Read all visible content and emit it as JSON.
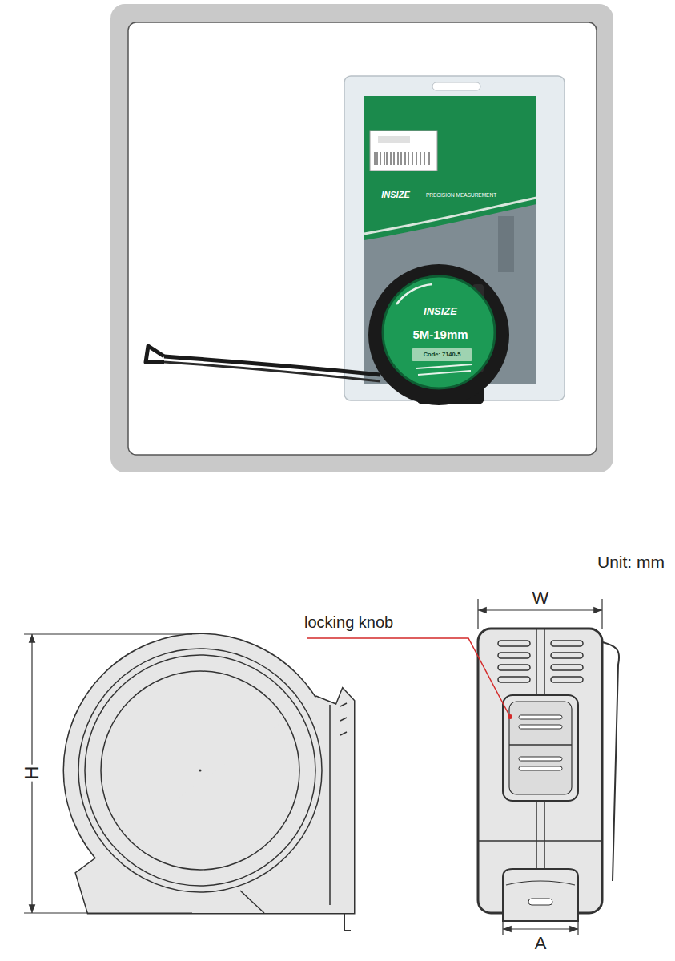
{
  "diagram": {
    "labels": [
      "INSIZE",
      "PRECISION MEASUREMENT",
      "INSIZE",
      "5M-19mm",
      "Code: 7140-5",
      "Unit: mm",
      "W",
      "locking knob",
      "H",
      "A"
    ]
  }
}
